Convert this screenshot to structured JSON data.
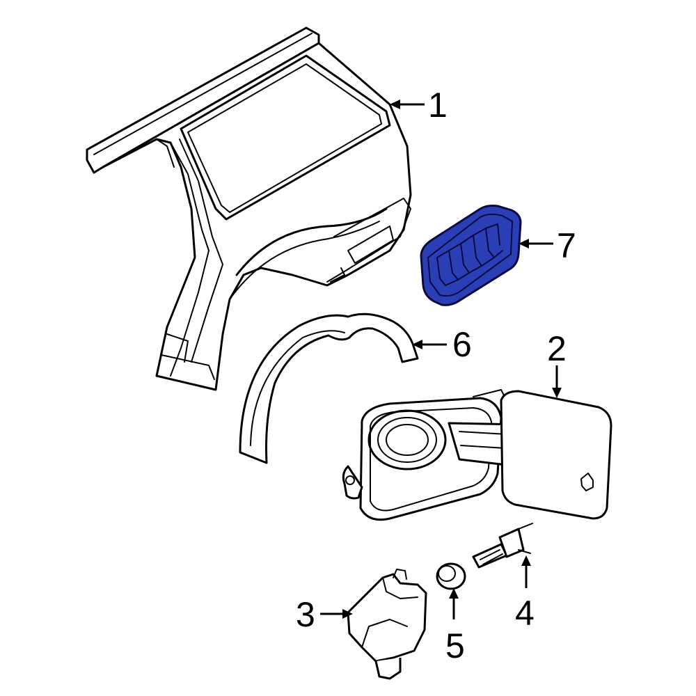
{
  "callouts": [
    {
      "id": "1",
      "label": "1"
    },
    {
      "id": "2",
      "label": "2"
    },
    {
      "id": "3",
      "label": "3"
    },
    {
      "id": "4",
      "label": "4"
    },
    {
      "id": "5",
      "label": "5"
    },
    {
      "id": "6",
      "label": "6"
    },
    {
      "id": "7",
      "label": "7"
    }
  ],
  "colors": {
    "highlight_fill": "#2a3fb5",
    "highlight_stroke": "#0a0a40",
    "line": "#000000",
    "background": "#ffffff"
  },
  "highlighted_part": "7"
}
